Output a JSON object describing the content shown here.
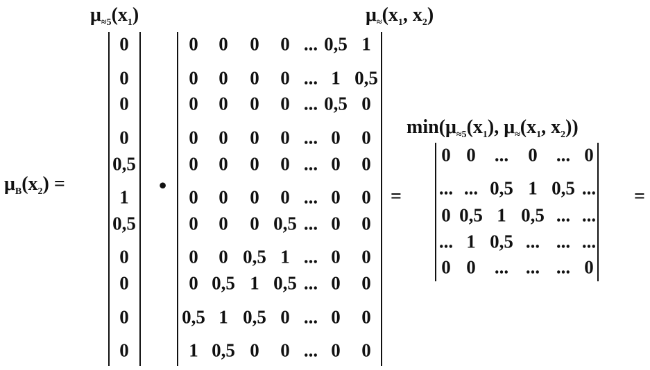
{
  "labels": {
    "vec_mu": "μ",
    "vec_sub": "≈5",
    "vec_arg": "(x",
    "vec_argsub": "1",
    "vec_close": ")",
    "mat_mu": "μ",
    "mat_sub": "≈",
    "mat_arg": "(x",
    "mat_argsub1": "1",
    "mat_comma": ", x",
    "mat_argsub2": "2",
    "mat_close": ")",
    "lhs_mu": "μ",
    "lhs_sub": "B",
    "lhs_arg": "(x",
    "lhs_argsub": "2",
    "lhs_close": ") =",
    "dot_op": "•",
    "eq1": "=",
    "eq2": "=",
    "min_prefix": "min(μ",
    "min_sub1": "≈5",
    "min_a": "(x",
    "min_asub": "1",
    "min_b": "), μ",
    "min_sub2": "≈",
    "min_c": "(x",
    "min_csub1": "1",
    "min_d": ", x",
    "min_dsub2": "2",
    "min_close": "))"
  },
  "vector": [
    "0",
    "0",
    "0",
    "0",
    "0,5",
    "1",
    "0,5",
    "0",
    "0",
    "0",
    "0"
  ],
  "matrix": [
    [
      "0",
      "0",
      "0",
      "0",
      "...",
      "0,5",
      "1"
    ],
    [
      "0",
      "0",
      "0",
      "0",
      "...",
      "1",
      "0,5"
    ],
    [
      "0",
      "0",
      "0",
      "0",
      "...",
      "0,5",
      "0"
    ],
    [
      "0",
      "0",
      "0",
      "0",
      "...",
      "0",
      "0"
    ],
    [
      "0",
      "0",
      "0",
      "0",
      "...",
      "0",
      "0"
    ],
    [
      "0",
      "0",
      "0",
      "0",
      "...",
      "0",
      "0"
    ],
    [
      "0",
      "0",
      "0",
      "0,5",
      "...",
      "0",
      "0"
    ],
    [
      "0",
      "0",
      "0,5",
      "1",
      "...",
      "0",
      "0"
    ],
    [
      "0",
      "0,5",
      "1",
      "0,5",
      "...",
      "0",
      "0"
    ],
    [
      "0,5",
      "1",
      "0,5",
      "0",
      "...",
      "0",
      "0"
    ],
    [
      "1",
      "0,5",
      "0",
      "0",
      "...",
      "0",
      "0"
    ]
  ],
  "result": [
    [
      "0",
      "0",
      "...",
      "0",
      "...",
      "0"
    ],
    [
      "...",
      "...",
      "0,5",
      "1",
      "0,5",
      "..."
    ],
    [
      "0",
      "0,5",
      "1",
      "0,5",
      "...",
      "..."
    ],
    [
      "...",
      "1",
      "0,5",
      "...",
      "...",
      "..."
    ],
    [
      "0",
      "0",
      "...",
      "...",
      "...",
      "0"
    ]
  ]
}
